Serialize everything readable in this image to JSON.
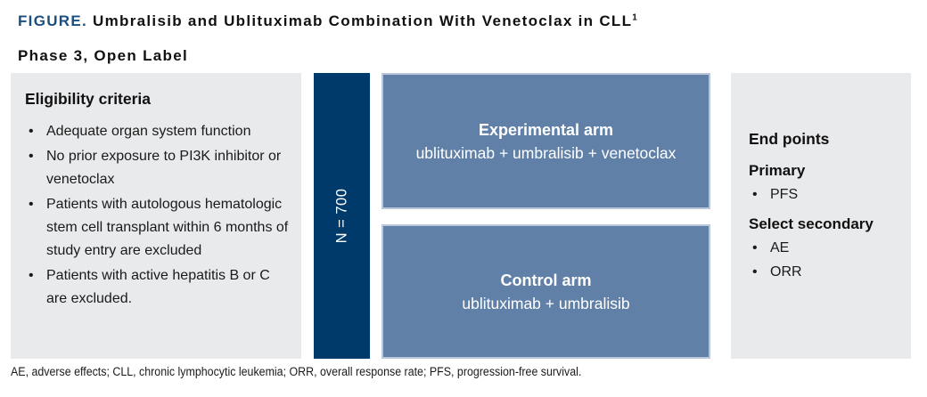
{
  "title": {
    "figure_label": "FIGURE.",
    "main": "Umbralisib and Ublituximab Combination With Venetoclax in CLL",
    "superscript": "1",
    "subtitle": "Phase 3, Open Label"
  },
  "eligibility": {
    "heading": "Eligibility criteria",
    "items": [
      "Adequate organ system function",
      "No prior exposure to PI3K inhibitor or venetoclax",
      "Patients with autologous hematologic stem cell transplant within 6 months of study entry are excluded",
      "Patients with active hepatitis B or C are excluded."
    ]
  },
  "enrollment": {
    "label": "N = 700"
  },
  "arms": [
    {
      "name": "Experimental arm",
      "regimen": "ublituximab + umbralisib + venetoclax"
    },
    {
      "name": "Control arm",
      "regimen": "ublituximab + umbralisib"
    }
  ],
  "endpoints": {
    "heading": "End points",
    "primary_heading": "Primary",
    "primary_items": [
      "PFS"
    ],
    "secondary_heading": "Select secondary",
    "secondary_items": [
      "AE",
      "ORR"
    ]
  },
  "footnote": "AE, adverse effects; CLL, chronic lymphocytic leukemia; ORR, overall response rate; PFS, progression-free survival.",
  "colors": {
    "navy_bar": "#003a6b",
    "figure_label_navy": "#1b4f80",
    "arm_steel_blue": "#6080a8",
    "arm_border": "#b9c7d9",
    "panel_gray": "#e9eaec"
  }
}
